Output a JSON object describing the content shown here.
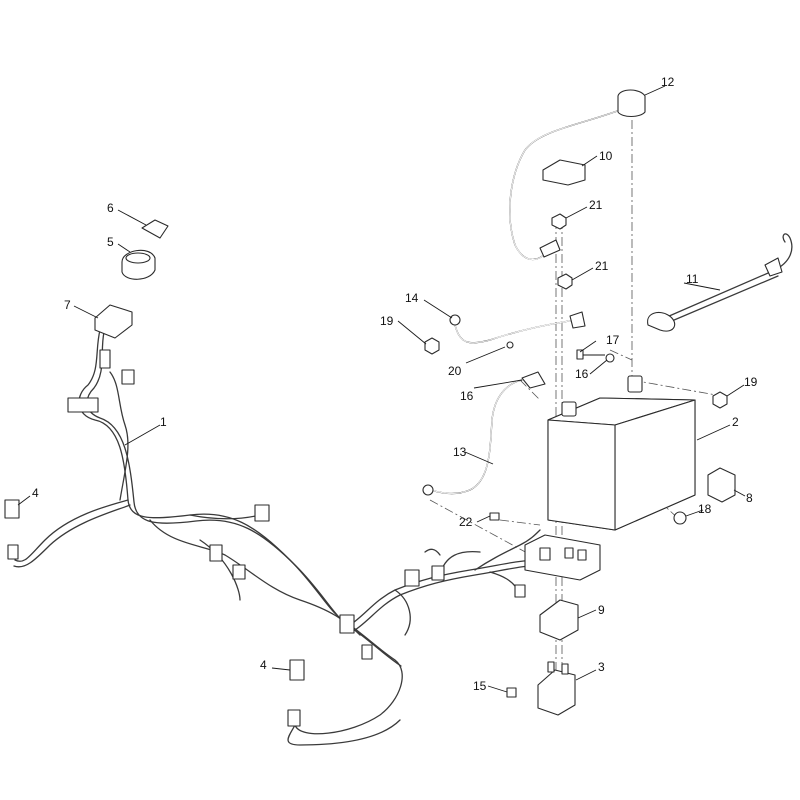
{
  "callouts": [
    "1",
    "2",
    "3",
    "4",
    "4",
    "5",
    "6",
    "7",
    "8",
    "9",
    "10",
    "11",
    "12",
    "13",
    "14",
    "15",
    "16",
    "16",
    "17",
    "18",
    "19",
    "19",
    "20",
    "21",
    "21",
    "22"
  ],
  "colors": {
    "line": "#2b2b2b",
    "background": "#ffffff"
  }
}
